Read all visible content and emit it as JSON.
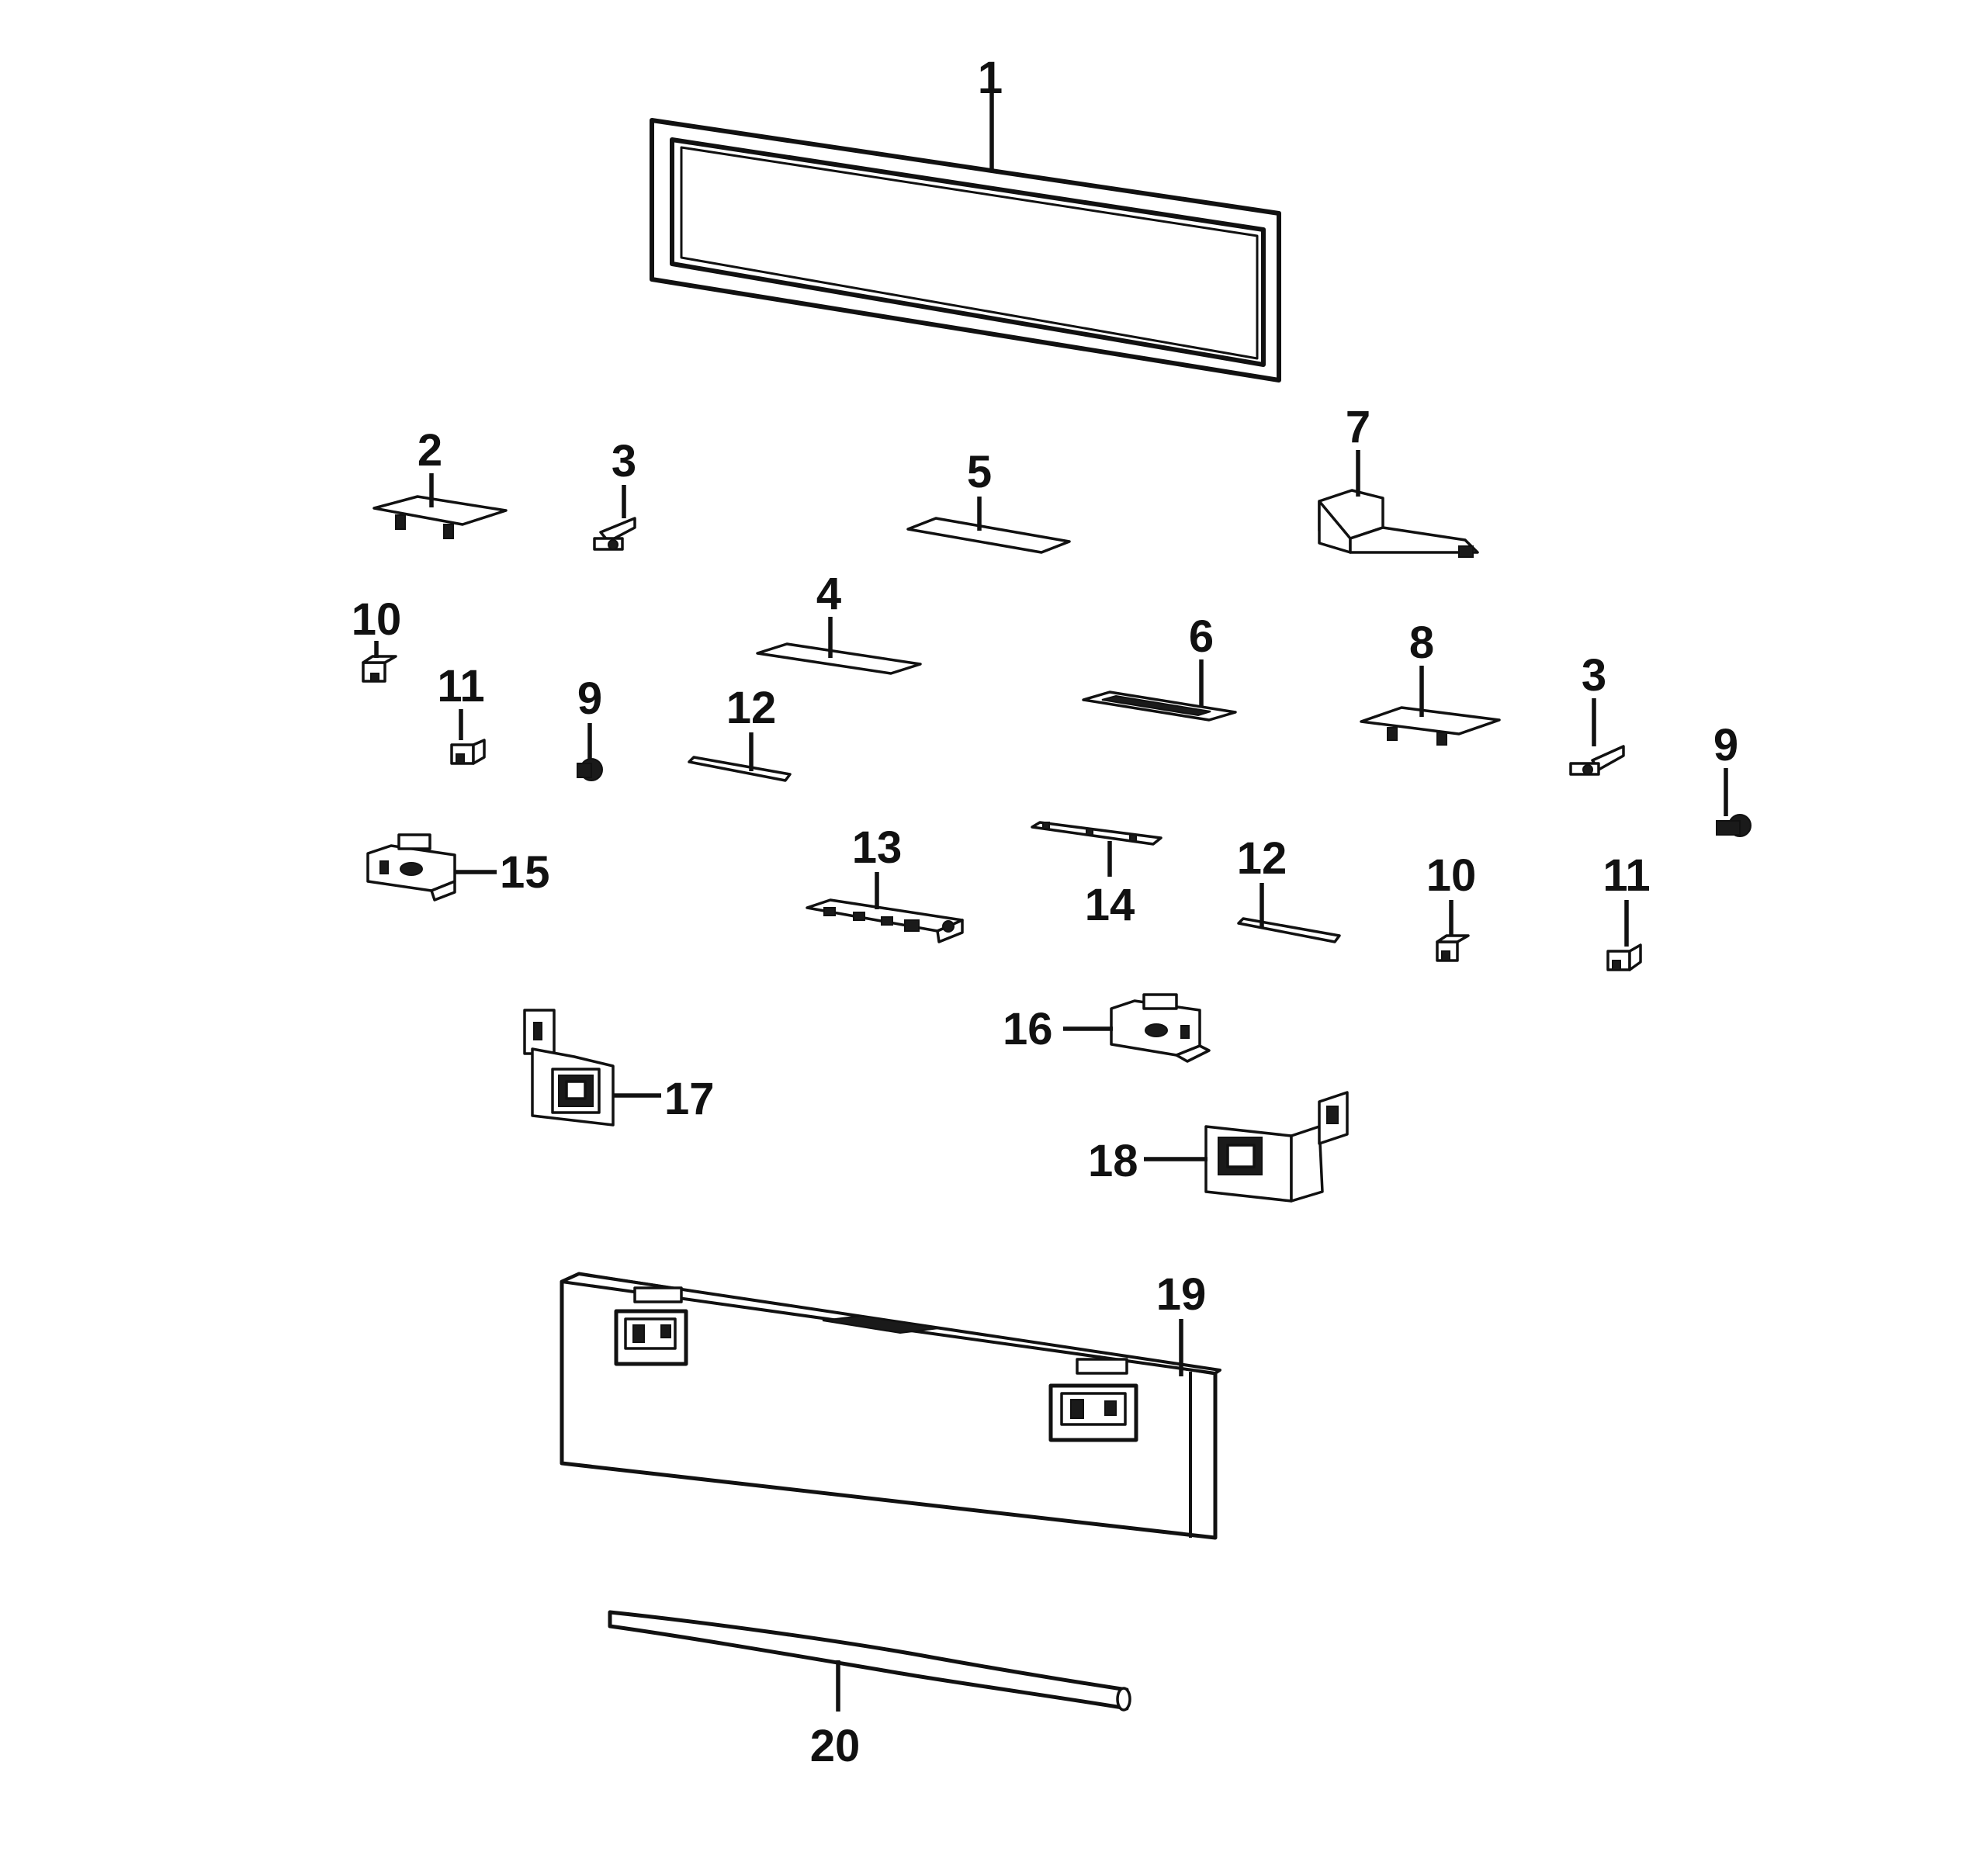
{
  "callouts": {
    "c1": "1",
    "c2": "2",
    "c3a": "3",
    "c3b": "3",
    "c4": "4",
    "c5": "5",
    "c6": "6",
    "c7": "7",
    "c8": "8",
    "c9a": "9",
    "c9b": "9",
    "c10a": "10",
    "c10b": "10",
    "c11a": "11",
    "c11b": "11",
    "c12a": "12",
    "c12b": "12",
    "c13": "13",
    "c14": "14",
    "c15": "15",
    "c16": "16",
    "c17": "17",
    "c18": "18",
    "c19": "19",
    "c20": "20"
  },
  "icons": {
    "part-1": "door-gasket-frame-icon",
    "part-2": "bracket-plate-icon",
    "part-3": "clip-icon",
    "part-4": "insulation-pad-icon",
    "part-5": "insulation-pad-icon",
    "part-6": "spacer-plate-icon",
    "part-7": "hinge-bracket-icon",
    "part-8": "bracket-plate-icon",
    "part-9": "screw-icon",
    "part-10": "clip-nut-icon",
    "part-11": "clip-nut-icon",
    "part-12": "rod-icon",
    "part-13": "control-board-icon",
    "part-14": "pcb-strip-icon",
    "part-15": "hinge-receptacle-icon",
    "part-16": "hinge-receptacle-icon",
    "part-17": "hinge-left-icon",
    "part-18": "hinge-right-icon",
    "part-19": "door-panel-icon",
    "part-20": "handle-icon"
  }
}
